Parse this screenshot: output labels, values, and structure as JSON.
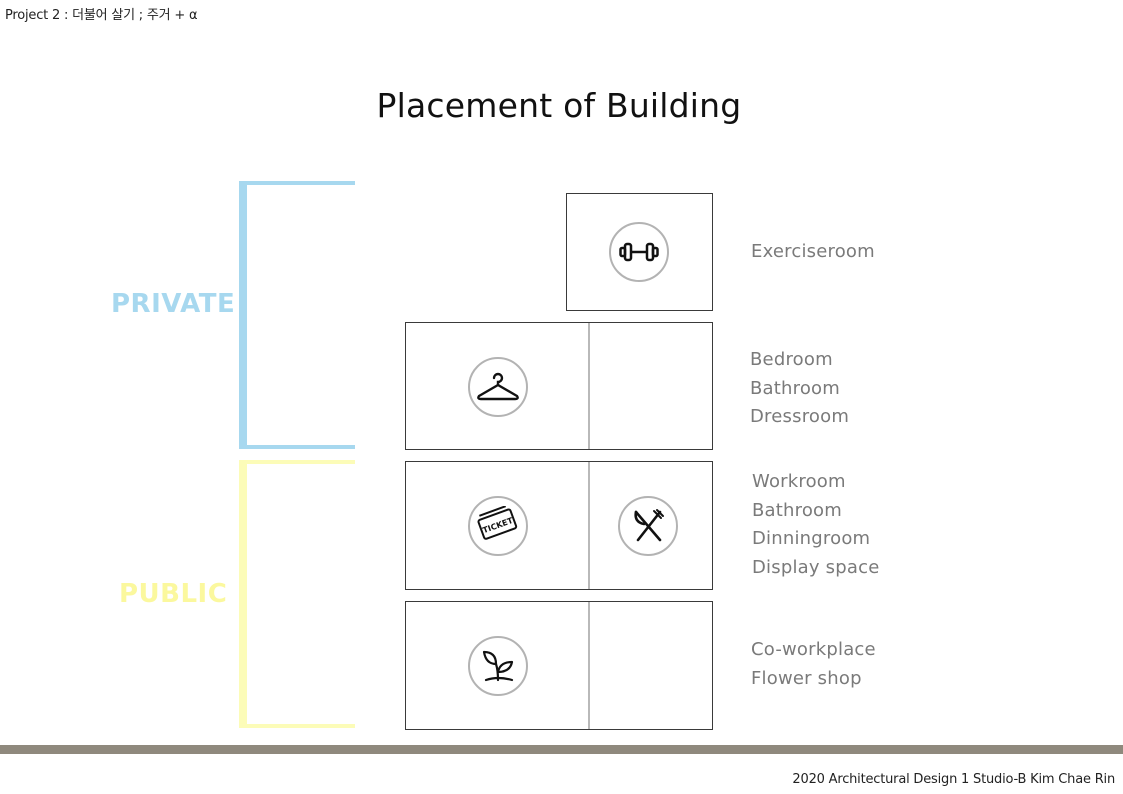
{
  "header": {
    "project": "Project 2 : 더불어 살기 ; 주거 + α"
  },
  "title": "Placement of Building",
  "zones": {
    "private_label": "PRIVATE",
    "public_label": "PUBLIC",
    "colors": {
      "private": "#a7d8ef",
      "public": "#fcfcb8"
    }
  },
  "floors": [
    {
      "icons": [
        "dumbbell-icon"
      ],
      "rooms": [
        "Exerciseroom"
      ]
    },
    {
      "icons": [
        "hanger-icon"
      ],
      "rooms": [
        "Bedroom",
        "Bathroom",
        "Dressroom"
      ]
    },
    {
      "icons": [
        "ticket-icon",
        "fork-knife-icon"
      ],
      "rooms": [
        "Workroom",
        "Bathroom",
        "Dinningroom",
        "Display space"
      ]
    },
    {
      "icons": [
        "plant-sprout-icon"
      ],
      "rooms": [
        "Co-workplace",
        "Flower shop"
      ]
    }
  ],
  "ticket_text": "TICKET",
  "footer": {
    "credit": "2020 Architectural Design 1 Studio-B Kim Chae Rin"
  }
}
